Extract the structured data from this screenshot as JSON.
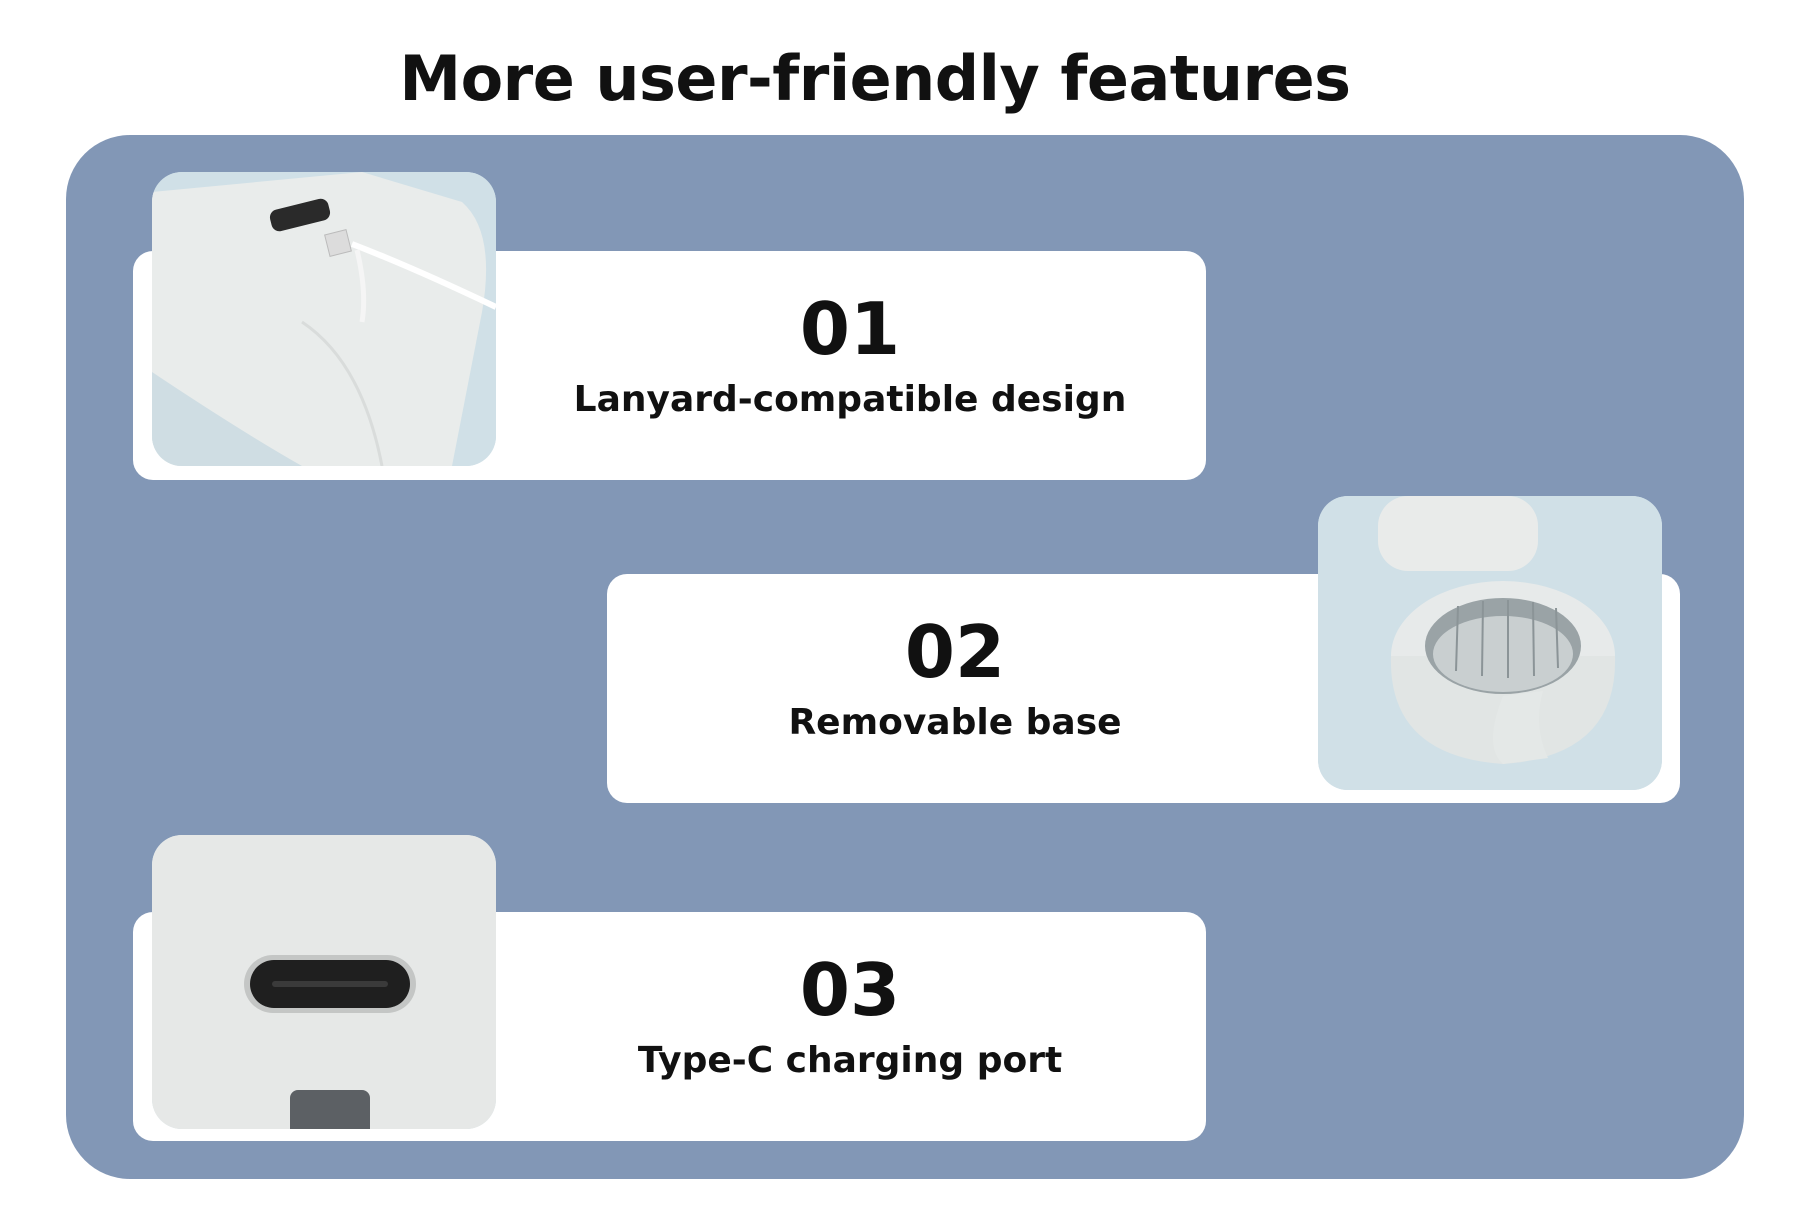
{
  "title": "More user-friendly features",
  "features": [
    {
      "number": "01",
      "label": "Lanyard-compatible design",
      "icon": "lanyard-hole-photo-icon"
    },
    {
      "number": "02",
      "label": "Removable base",
      "icon": "removable-base-photo-icon"
    },
    {
      "number": "03",
      "label": "Type-C charging port",
      "icon": "type-c-port-photo-icon"
    }
  ],
  "colors": {
    "panel": "#8297b6",
    "card": "#ffffff",
    "photo_bg": "#cfdfe6",
    "text": "#111111"
  }
}
